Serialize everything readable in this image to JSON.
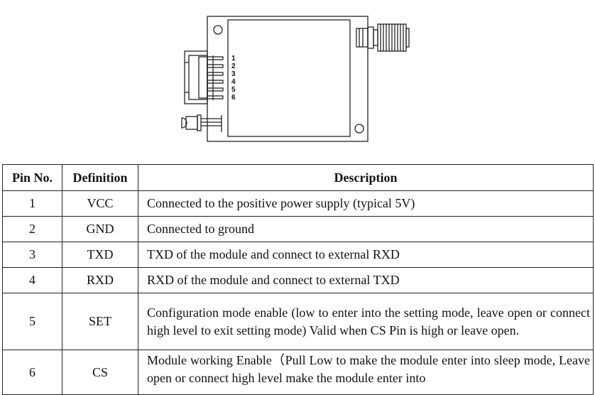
{
  "diagram": {
    "pin_labels": [
      "1",
      "2",
      "3",
      "4",
      "5",
      "6"
    ]
  },
  "table": {
    "headers": {
      "pin": "Pin No.",
      "definition": "Definition",
      "description": "Description"
    },
    "rows": [
      {
        "pin": "1",
        "definition": "VCC",
        "description": "Connected to the positive power supply (typical 5V)"
      },
      {
        "pin": "2",
        "definition": "GND",
        "description": "Connected to ground"
      },
      {
        "pin": "3",
        "definition": "TXD",
        "description": "TXD of the module and connect to external RXD"
      },
      {
        "pin": "4",
        "definition": "RXD",
        "description": "RXD of the module and connect to external TXD"
      },
      {
        "pin": "5",
        "definition": "SET",
        "description": "Configuration mode enable (low to enter into the setting mode, leave open or connect high level to exit setting mode) Valid when CS Pin is high or leave open."
      },
      {
        "pin": "6",
        "definition": "CS",
        "description": "Module working Enable（Pull Low to make the module enter into sleep mode, Leave open or connect high level make the module enter into"
      }
    ]
  }
}
